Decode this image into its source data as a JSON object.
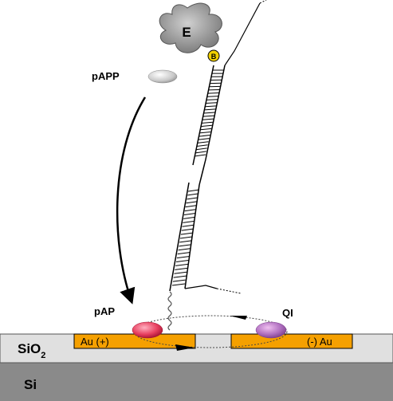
{
  "labels": {
    "enzyme": "E",
    "biotin": "B",
    "pAPP": "pAPP",
    "pAP": "pAP",
    "QI": "QI",
    "SiO2_main": "SiO",
    "SiO2_sub": "2",
    "Si": "Si",
    "anode": "Au (+)",
    "cathode": "(-) Au"
  },
  "colors": {
    "enzyme": "#8c8c8c",
    "gold": "#f5a000",
    "sio2": "#e0e0e0",
    "si": "#8a8a8a",
    "pAP_molecule": "#e84060",
    "QI_molecule": "#b070c0",
    "pAPP_molecule": "#c8c8c8",
    "biotin": "#f0d000"
  },
  "icons": {
    "enzyme": "enzyme-shape",
    "biotin": "biotin-circle",
    "molecules": "ellipse-molecule"
  }
}
